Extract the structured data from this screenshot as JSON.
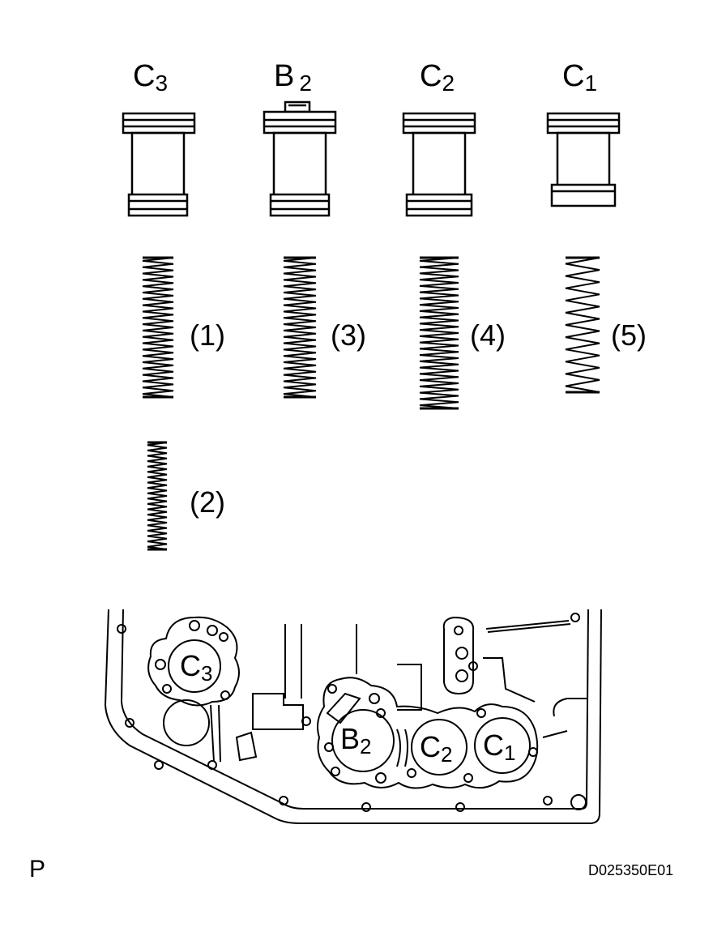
{
  "accumulators": [
    {
      "id": "c3",
      "letter": "C",
      "sub": "3"
    },
    {
      "id": "b2",
      "letter": "B",
      "sub": "2"
    },
    {
      "id": "c2",
      "letter": "C",
      "sub": "2"
    },
    {
      "id": "c1",
      "letter": "C",
      "sub": "1"
    }
  ],
  "springs": [
    {
      "id": "s1",
      "label": "(1)"
    },
    {
      "id": "s3",
      "label": "(3)"
    },
    {
      "id": "s4",
      "label": "(4)"
    },
    {
      "id": "s5",
      "label": "(5)"
    },
    {
      "id": "s2",
      "label": "(2)"
    }
  ],
  "body_labels": [
    {
      "id": "c3",
      "letter": "C",
      "sub": "3"
    },
    {
      "id": "b2",
      "letter": "B",
      "sub": "2"
    },
    {
      "id": "c2",
      "letter": "C",
      "sub": "2"
    },
    {
      "id": "c1",
      "letter": "C",
      "sub": "1"
    }
  ],
  "corner_mark": "P",
  "figure_code": "D025350E01"
}
